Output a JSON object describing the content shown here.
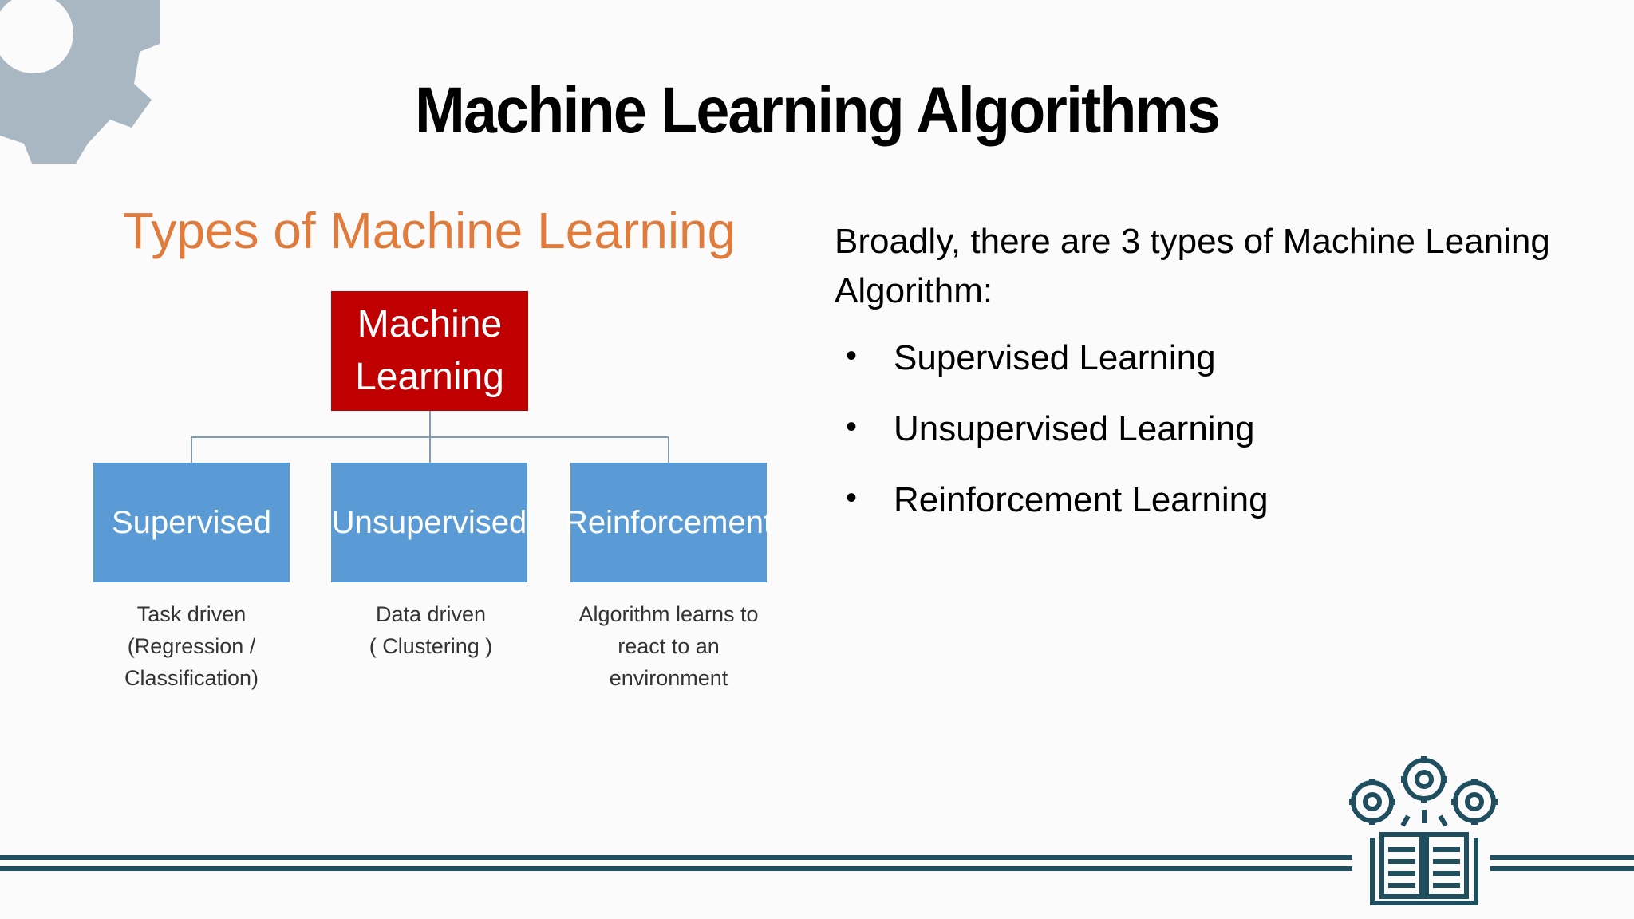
{
  "slide": {
    "title": "Machine Learning Algorithms"
  },
  "diagram": {
    "title": "Types of Machine Learning",
    "root": "Machine\nLearning",
    "children": [
      {
        "label": "Supervised",
        "description": "Task driven\n(Regression /\nClassification)"
      },
      {
        "label": "Unsupervised",
        "description": "Data driven\n( Clustering )"
      },
      {
        "label": "Reinforcement",
        "description": "Algorithm learns to\nreact to an\nenvironment"
      }
    ],
    "colors": {
      "root": "#c00000",
      "children": "#5b9bd5",
      "title": "#e07b3c"
    }
  },
  "content": {
    "intro": "Broadly, there are 3 types of Machine Leaning Algorithm:",
    "bullets": [
      "Supervised Learning",
      "Unsupervised Learning",
      "Reinforcement Learning"
    ]
  },
  "decor": {
    "corner_icon": "gear-icon",
    "footer_icon": "gears-book-icon",
    "accent": "#1f4e5f",
    "gear_color": "#a9b7c3"
  }
}
